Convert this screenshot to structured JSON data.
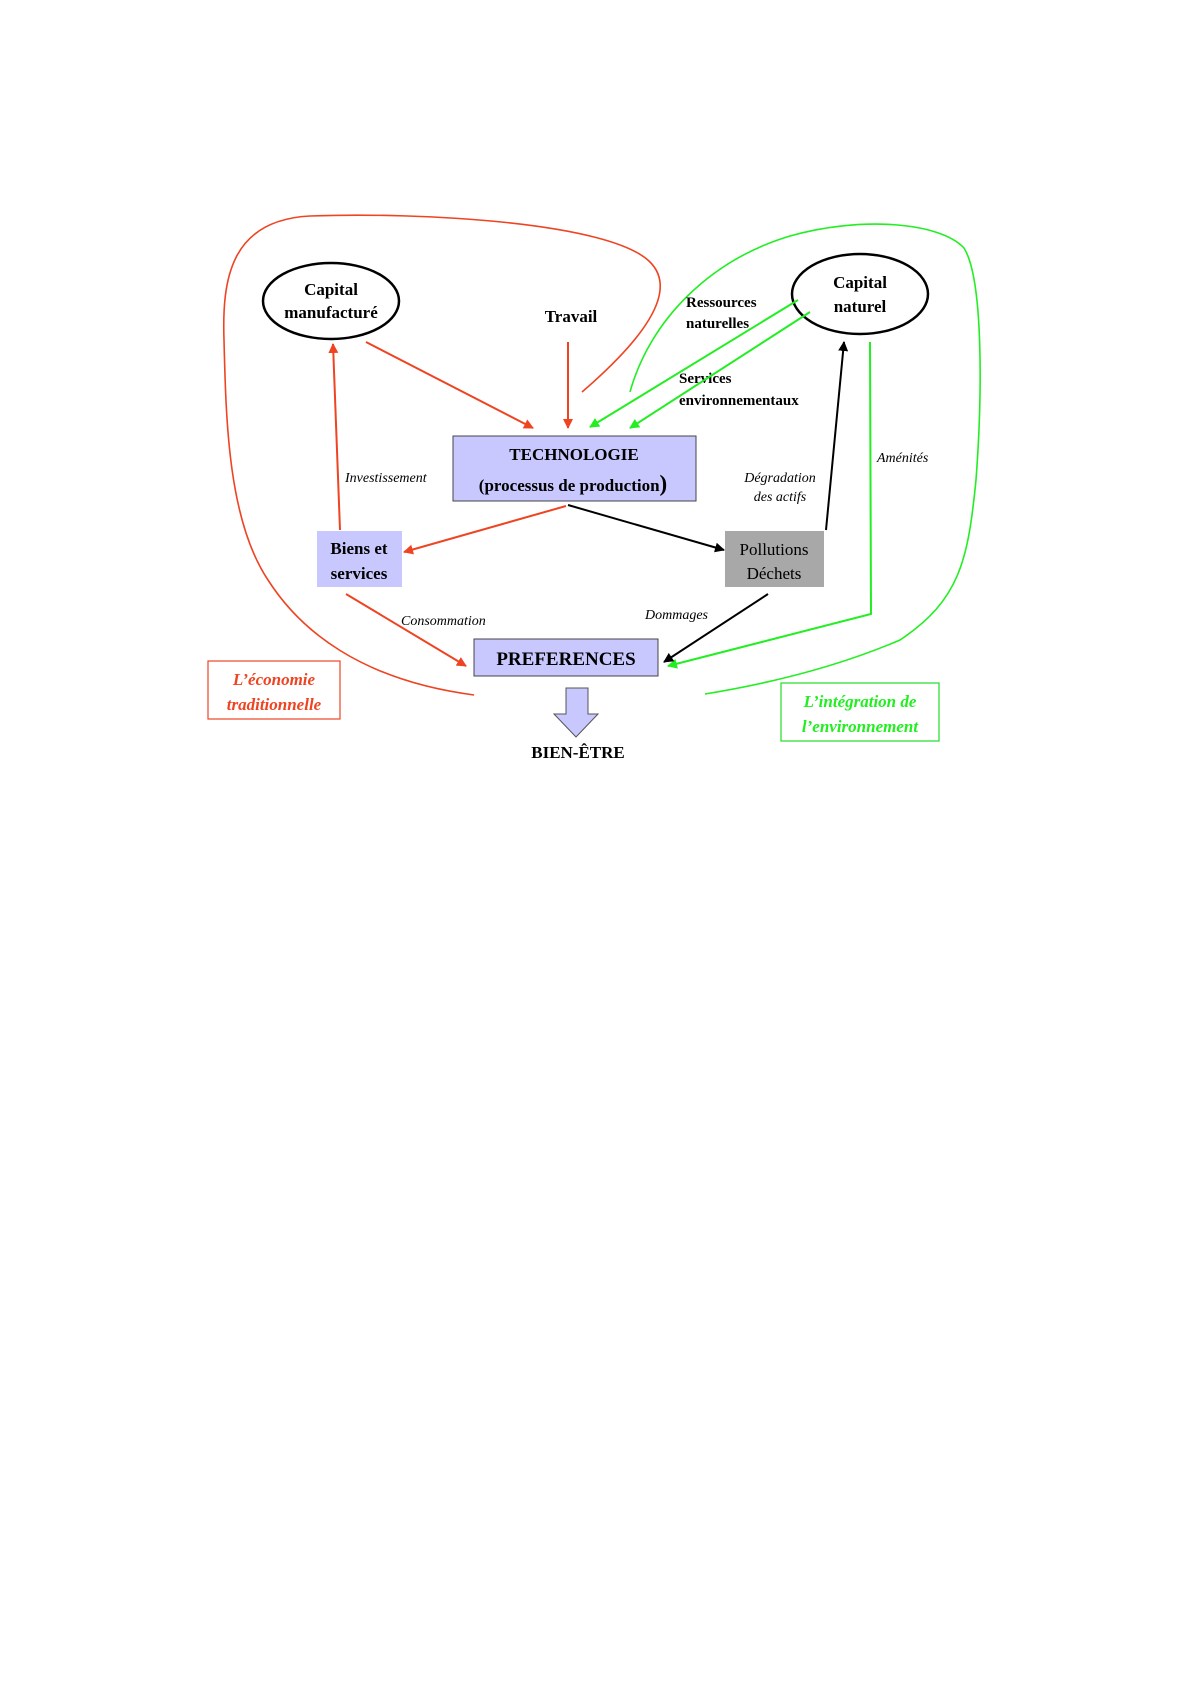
{
  "colors": {
    "traditional": "#ee4422",
    "environment": "#22ee22",
    "box_blue": "#c8c8ff",
    "box_grey": "#a8a8a8",
    "arrow_black": "#000000",
    "frame_red": "#ee4422",
    "frame_green": "#22dd22"
  },
  "nodes": {
    "capital_manufacture": [
      "Capital",
      "manufacturé"
    ],
    "capital_naturel": [
      "Capital",
      "naturel"
    ],
    "travail": "Travail",
    "ressources": [
      "Ressources",
      "naturelles"
    ],
    "services_env": [
      "Services",
      "environnementaux"
    ],
    "technologie": [
      "TECHNOLOGIE",
      "(processus de production",
      ")"
    ],
    "biens": [
      "Biens et",
      "services"
    ],
    "pollutions": [
      "Pollutions",
      "Déchets"
    ],
    "preferences": "PREFERENCES",
    "bien_etre": "BIEN-ÊTRE"
  },
  "edge_labels": {
    "investissement": "Investissement",
    "degradation": [
      "Dégradation",
      "des actifs"
    ],
    "amenites": "Aménités",
    "consommation": "Consommation",
    "dommages": "Dommages"
  },
  "legend": {
    "traditional": [
      "L’économie",
      "traditionnelle"
    ],
    "environment": [
      "L’intégration de",
      "l’environnement"
    ]
  }
}
